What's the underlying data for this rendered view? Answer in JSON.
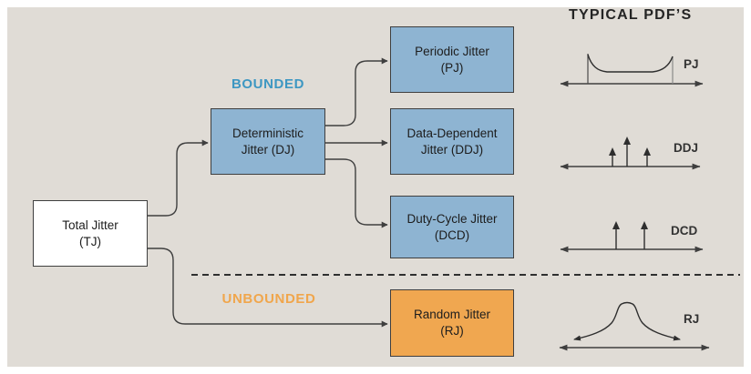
{
  "title": "TYPICAL PDF’S",
  "sections": {
    "bounded": "BOUNDED",
    "unbounded": "UNBOUNDED"
  },
  "nodes": {
    "tj": {
      "line1": "Total Jitter",
      "line2": "(TJ)"
    },
    "dj": {
      "line1": "Deterministic",
      "line2": "Jitter (DJ)"
    },
    "pj": {
      "line1": "Periodic Jitter",
      "line2": "(PJ)"
    },
    "ddj": {
      "line1": "Data-Dependent",
      "line2": "Jitter (DDJ)"
    },
    "dcd": {
      "line1": "Duty-Cycle Jitter",
      "line2": "(DCD)"
    },
    "rj": {
      "line1": "Random Jitter",
      "line2": "(RJ)"
    }
  },
  "pdf_labels": {
    "pj": "PJ",
    "ddj": "DDJ",
    "dcd": "DCD",
    "rj": "RJ"
  },
  "colors": {
    "page_bg": "#ffffff",
    "panel_bg": "#e0dcd6",
    "box_blue": "#8eb4d2",
    "box_orange": "#f0a750",
    "box_white": "#ffffff",
    "bounded_text": "#3d97c2",
    "unbounded_text": "#f0a64c",
    "line": "#3f3f3f",
    "text": "#1d1d1d"
  }
}
